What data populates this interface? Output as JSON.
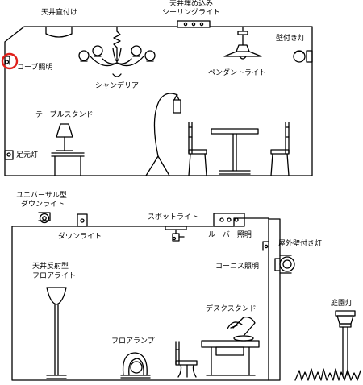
{
  "labels": {
    "ceiling_direct": "天井直付け",
    "recessed_line1": "天井埋め込み",
    "recessed_line2": "シーリングライト",
    "wall_lamp": "壁付き灯",
    "cove": "コーブ照明",
    "chandelier": "シャンデリア",
    "pendant": "ペンダントライト",
    "table_stand": "テーブルスタンド",
    "foot_light": "足元灯",
    "universal_line1": "ユニバーサル型",
    "universal_line2": "ダウンライト",
    "downlight": "ダウンライト",
    "spotlight": "スポットライト",
    "louver": "ルーバー照明",
    "outdoor_wall": "屋外壁付き灯",
    "cornice": "コーニス照明",
    "uplight_line1": "天井反射型",
    "uplight_line2": "フロアライト",
    "desk_stand": "デスクスタンド",
    "floor_lamp": "フロアランプ",
    "garden_light": "庭園灯"
  },
  "colors": {
    "line": "#000000",
    "highlight": "#e0201b"
  }
}
